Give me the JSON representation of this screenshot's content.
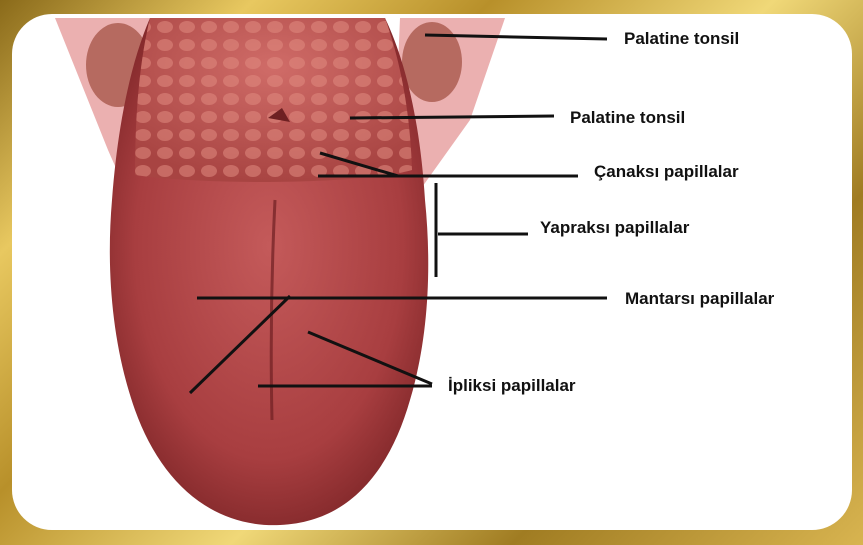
{
  "labels": {
    "palatine_tonsil_1": "Palatine tonsil",
    "palatine_tonsil_2": "Palatine tonsil",
    "canaksi": "Çanaksı papillalar",
    "yapraksi": "Yapraksı papillalar",
    "mantarsi": "Mantarsı papillalar",
    "ipliksi": "İpliksi papillalar"
  },
  "colors": {
    "frame_gold": "#c9a032",
    "tongue_red": "#b8484a",
    "tongue_dark": "#8e2e30",
    "tonsil_pink": "#e8a8a8",
    "leader_line": "#111111"
  }
}
